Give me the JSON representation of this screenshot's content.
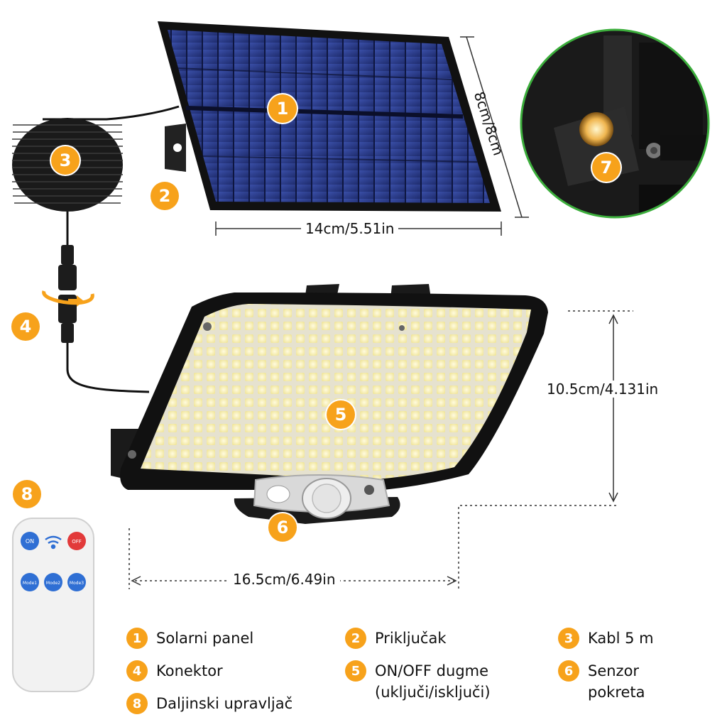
{
  "dimensions": {
    "panel_height": "8cm/8cm",
    "panel_width": "14cm/5.51in",
    "light_height": "10.5cm/4.131in",
    "light_width": "16.5cm/6.49in"
  },
  "badges": {
    "b1": "1",
    "b2": "2",
    "b3": "3",
    "b4": "4",
    "b5": "5",
    "b6": "6",
    "b7": "7",
    "b8": "8"
  },
  "remote": {
    "on_label": "ON",
    "off_label": "OFF",
    "mode_labels": [
      "Mode1",
      "Mode2",
      "Mode3"
    ]
  },
  "legend": [
    {
      "num": "1",
      "label": "Solarni panel"
    },
    {
      "num": "2",
      "label": "Priključak"
    },
    {
      "num": "3",
      "label": "Kabl 5 m"
    },
    {
      "num": "4",
      "label": "Konektor"
    },
    {
      "num": "5",
      "label": "ON/OFF dugme",
      "sub": "(uključi/isključi)"
    },
    {
      "num": "6",
      "label": "Senzor",
      "sub": "pokreta"
    },
    {
      "num": "8",
      "label": "Daljinski upravljač"
    }
  ],
  "colors": {
    "badge": "#f7a21b",
    "panel_cell": "#2d3f8f",
    "frame": "#1a1a1a",
    "led": "#f4e9a8",
    "zoom_ring": "#3cae3c"
  }
}
